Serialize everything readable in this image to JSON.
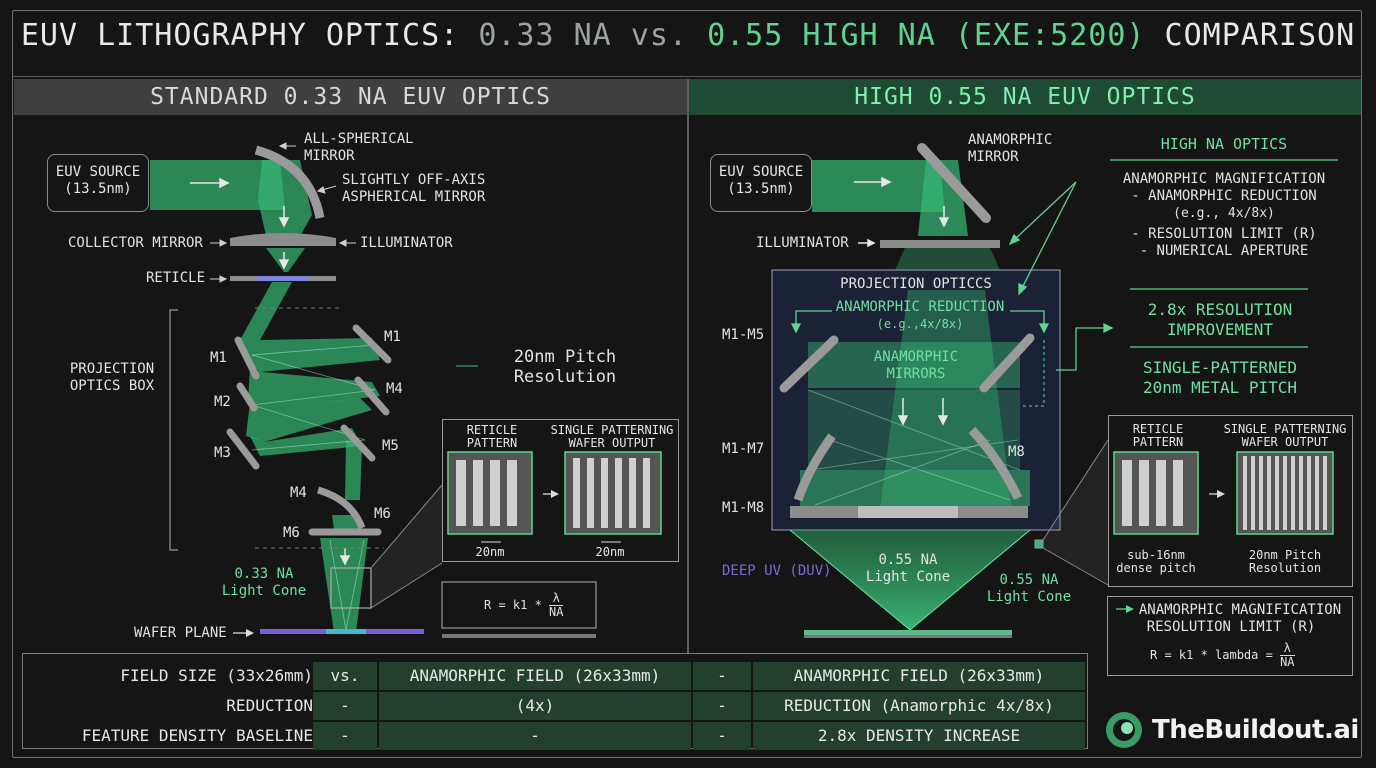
{
  "title": {
    "part1": "EUV LITHOGRAPHY OPTICS:",
    "part2": "0.33 NA",
    "part3": "vs.",
    "part4": "0.55 HIGH NA (EXE:5200)",
    "part5": "COMPARISON"
  },
  "left": {
    "header": "STANDARD 0.33 NA EUV OPTICS",
    "source": {
      "line1": "EUV SOURCE",
      "line2": "(13.5nm)"
    },
    "all_spherical": {
      "line1": "ALL-SPHERICAL",
      "line2": "MIRROR"
    },
    "off_axis": {
      "line1": "SLIGHTLY OFF-AXIS",
      "line2": "ASPHERICAL MIRROR"
    },
    "collector": "COLLECTOR MIRROR",
    "illuminator": "ILLUMINATOR",
    "reticle": "RETICLE",
    "projection_box": {
      "line1": "PROJECTION",
      "line2": "OPTICS BOX"
    },
    "mirrors": {
      "m1a": "M1",
      "m1b": "M1",
      "m2": "M2",
      "m4a": "M4",
      "m3": "M3",
      "m5": "M5",
      "m4b": "M4",
      "m6a": "M6",
      "m6b": "M6"
    },
    "pitch": {
      "line1": "20nm Pitch",
      "line2": "Resolution"
    },
    "pattern": {
      "reticle": {
        "line1": "RETICLE",
        "line2": "PATTERN"
      },
      "output": {
        "line1": "SINGLE PATTERNING",
        "line2": "WAFER OUTPUT"
      },
      "dim1": "20nm",
      "dim2": "20nm"
    },
    "light_cone": {
      "line1": "0.33 NA",
      "line2": "Light Cone"
    },
    "formula": {
      "lhs": "R = k1 *",
      "num": "λ",
      "den": "NA"
    },
    "wafer": "WAFER PLANE"
  },
  "right": {
    "header": "HIGH 0.55 NA EUV OPTICS",
    "source": {
      "line1": "EUV SOURCE",
      "line2": "(13.5nm)"
    },
    "anamorphic_mirror": {
      "line1": "ANAMORPHIC",
      "line2": "MIRROR"
    },
    "illuminator": "ILLUMINATOR",
    "projection_title": "PROJECTION OPTICCS",
    "reduction": {
      "line1": "ANAMORPHIC REDUCTION",
      "line2": "(e.g.,4x/8x)"
    },
    "mirrors_label": {
      "line1": "ANAMORPHIC",
      "line2": "MIRRORS"
    },
    "m15": "M1-M5",
    "m17": "M1-M7",
    "m18": "M1-M8",
    "m8": "M8",
    "duv": "DEEP UV (DUV)",
    "cone_inner": {
      "line1": "0.55 NA",
      "line2": "Light Cone"
    },
    "cone_outer": {
      "line1": "0.55 NA",
      "line2": "Light Cone"
    },
    "high_na": {
      "title": "HIGH NA OPTICS",
      "l1": "ANAMORPHIC MAGNIFICATION",
      "l2": "- ANAMORPHIC REDUCTION",
      "l3": "(e.g., 4x/8x)",
      "l4": "- RESOLUTION LIMIT (R)",
      "l5": "- NUMERICAL APERTURE"
    },
    "improvement": {
      "line1": "2.8x RESOLUTION",
      "line2": "IMPROVEMENT"
    },
    "single": {
      "line1": "SINGLE-PATTERNED",
      "line2": "20nm METAL PITCH"
    },
    "pattern": {
      "reticle": {
        "line1": "RETICLE",
        "line2": "PATTERN"
      },
      "output": {
        "line1": "SINGLE PATTERNING",
        "line2": "WAFER OUTPUT"
      },
      "sub1": "sub-16nm",
      "sub2": "dense pitch",
      "res1": "20nm Pitch",
      "res2": "Resolution"
    },
    "formula_box": {
      "l1": "ANAMORPHIC MAGNIFICATION",
      "l2": "RESOLUTION LIMIT (R)",
      "lhs": "R = k1 * lambda =",
      "num": "λ",
      "den": "NA"
    }
  },
  "table": [
    {
      "label": "FIELD SIZE (33x26mm)",
      "c1": "vs.",
      "c2": "ANAMORPHIC FIELD (26x33mm)",
      "c3": "-",
      "c4": "ANAMORPHIC FIELD (26x33mm)"
    },
    {
      "label": "REDUCTION",
      "c1": "-",
      "c2": "(4x)",
      "c3": "-",
      "c4": "REDUCTION (Anamorphic 4x/8x)"
    },
    {
      "label": "FEATURE DENSITY BASELINE",
      "c1": "-",
      "c2": "-",
      "c3": "-",
      "c4": "2.8x DENSITY INCREASE"
    }
  ],
  "logo": "TheBuildout.ai",
  "colors": {
    "accent": "#5fd38f",
    "beam": "#3fbf78",
    "panel_right": "#1f4a33",
    "panel_left": "#3f3f3f"
  }
}
